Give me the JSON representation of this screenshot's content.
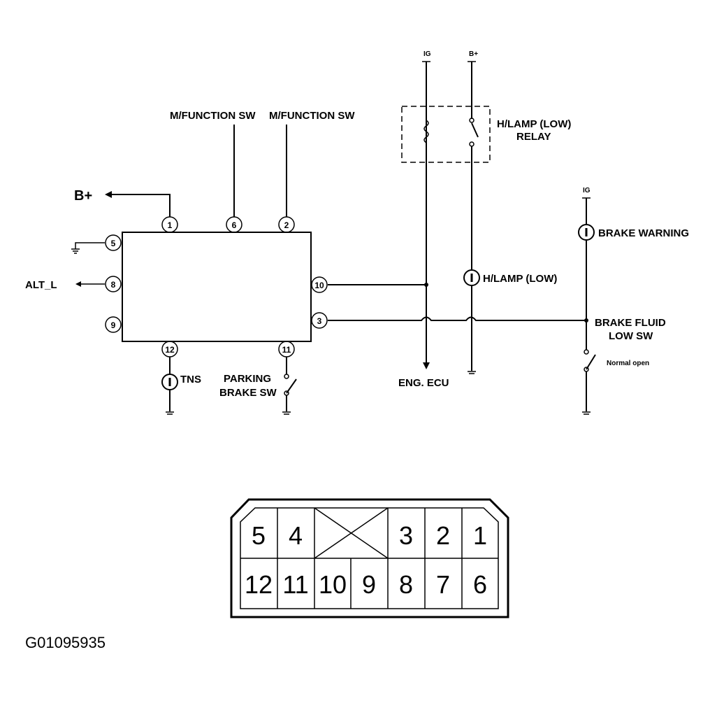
{
  "labels": {
    "b_plus": "B+",
    "mfunc_a": "M/FUNCTION SW",
    "mfunc_b": "M/FUNCTION SW",
    "alt_l": "ALT_L",
    "tns": "TNS",
    "parking_1": "PARKING",
    "parking_2": "BRAKE SW",
    "relay_1": "H/LAMP (LOW)",
    "relay_2": "RELAY",
    "hlamp": "H/LAMP (LOW)",
    "eng_ecu": "ENG. ECU",
    "brake_warning": "BRAKE WARNING",
    "brake_fluid_1": "BRAKE FLUID",
    "brake_fluid_2": "LOW SW",
    "normal_open": "Normal open",
    "ref_code": "G01095935"
  },
  "module_pins": [
    "1",
    "6",
    "2",
    "5",
    "8",
    "9",
    "10",
    "3",
    "12",
    "11"
  ],
  "connector": {
    "top_row": [
      "5",
      "4",
      "",
      "3",
      "2",
      "1"
    ],
    "bottom_row": [
      "12",
      "11",
      "10",
      "9",
      "8",
      "7",
      "6"
    ]
  }
}
